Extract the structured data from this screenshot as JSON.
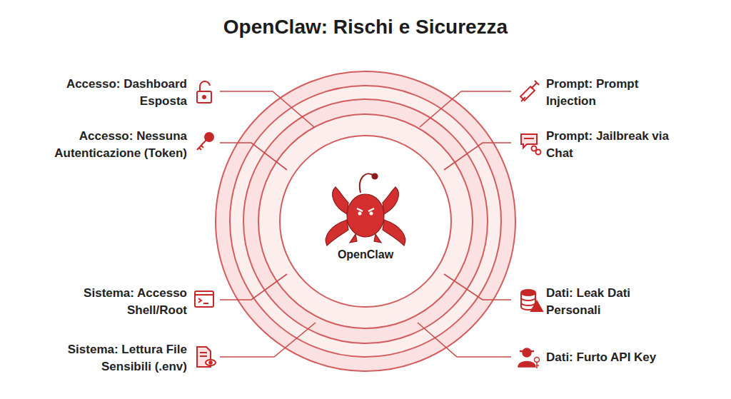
{
  "diagram": {
    "title": "OpenClaw: Rischi e Sicurezza",
    "nodes": [
      {
        "text": [
          "OpenClaw"
        ]
      }
    ],
    "labels": [
      "Accesso: Dashboard Esposta",
      "Prompt: Prompt Injection",
      "Accesso: Nessuna Autenticazione (Token)",
      "Prompt: Jailbreak via Chat",
      "Sistema: Accesso Shell/Root",
      "Dati: Leak Dati Personali",
      "Sistema: Lettura File Sensibili (.env)",
      "Dati: Furto API Key"
    ]
  }
}
